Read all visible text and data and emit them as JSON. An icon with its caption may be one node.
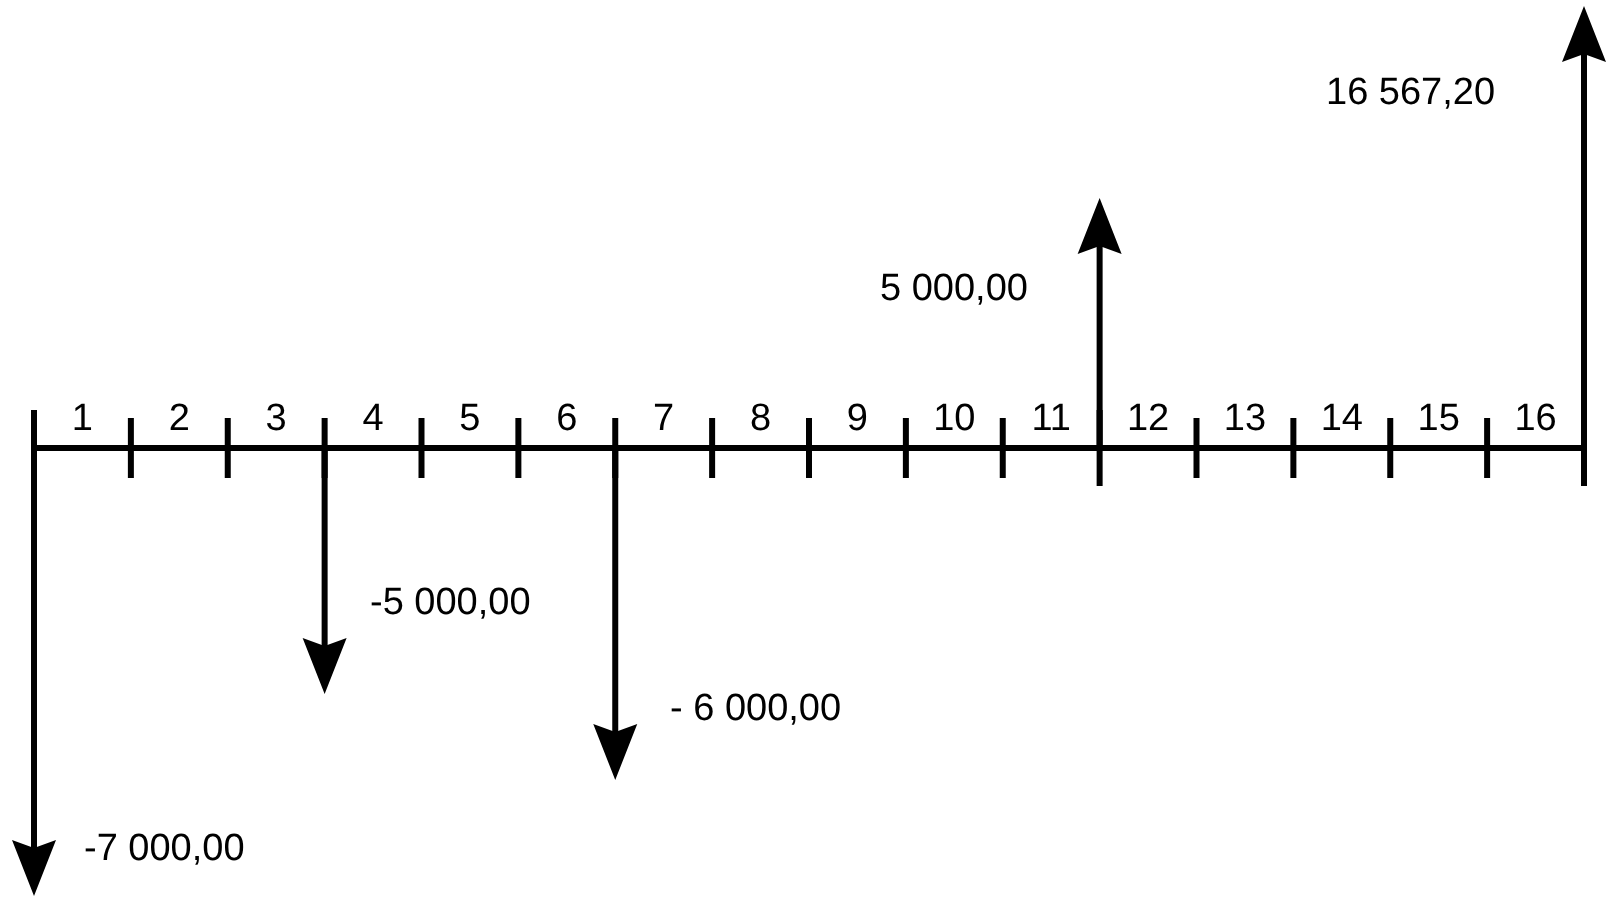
{
  "diagram": {
    "labels": [
      "16 567,20",
      "5 000,00",
      "1",
      "2",
      "3",
      "4",
      "5",
      "6",
      "7",
      "8",
      "9",
      "10",
      "11",
      "12",
      "13",
      "14",
      "15",
      "16",
      "-5 000,00",
      "- 6 000,00",
      "-7 000,00"
    ]
  }
}
